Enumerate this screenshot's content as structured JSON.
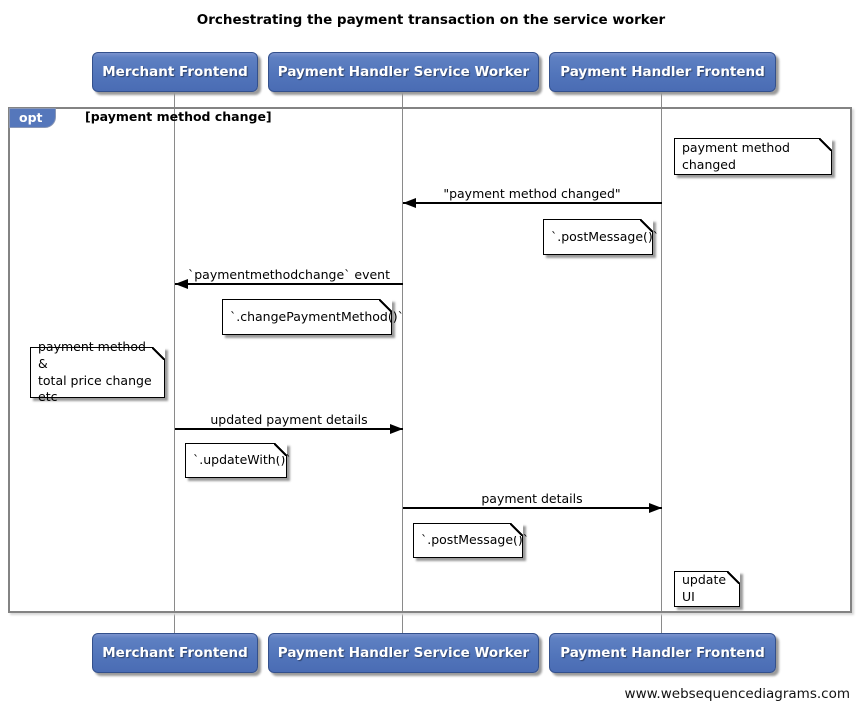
{
  "title": "Orchestrating the payment transaction on the service worker",
  "actors": [
    {
      "label": "Merchant Frontend"
    },
    {
      "label": "Payment Handler Service Worker"
    },
    {
      "label": "Payment Handler Frontend"
    }
  ],
  "frame": {
    "operator": "opt",
    "guard": "[payment method change]"
  },
  "messages": [
    {
      "label": "\"payment method changed\"",
      "from": "Payment Handler Frontend",
      "to": "Payment Handler Service Worker",
      "direction": "left"
    },
    {
      "label": "`paymentmethodchange` event",
      "from": "Payment Handler Service Worker",
      "to": "Merchant Frontend",
      "direction": "left"
    },
    {
      "label": "updated payment details",
      "from": "Merchant Frontend",
      "to": "Payment Handler Service Worker",
      "direction": "right"
    },
    {
      "label": "payment details",
      "from": "Payment Handler Service Worker",
      "to": "Payment Handler Frontend",
      "direction": "right"
    }
  ],
  "notes": [
    {
      "text": "payment method changed"
    },
    {
      "text": "`.postMessage()`"
    },
    {
      "text": "`.changePaymentMethod()`"
    },
    {
      "text": "payment method &\ntotal price change etc"
    },
    {
      "text": "`.updateWith()`"
    },
    {
      "text": "`.postMessage()`"
    },
    {
      "text": "update UI"
    }
  ],
  "watermark": "www.websequencediagrams.com",
  "colors": {
    "actor_fill": "#5577bb",
    "actor_border": "#33508c",
    "frame_border": "#838383",
    "lifeline": "#8a8a8a",
    "note_fill": "#ffffff",
    "arrow": "#000000"
  }
}
